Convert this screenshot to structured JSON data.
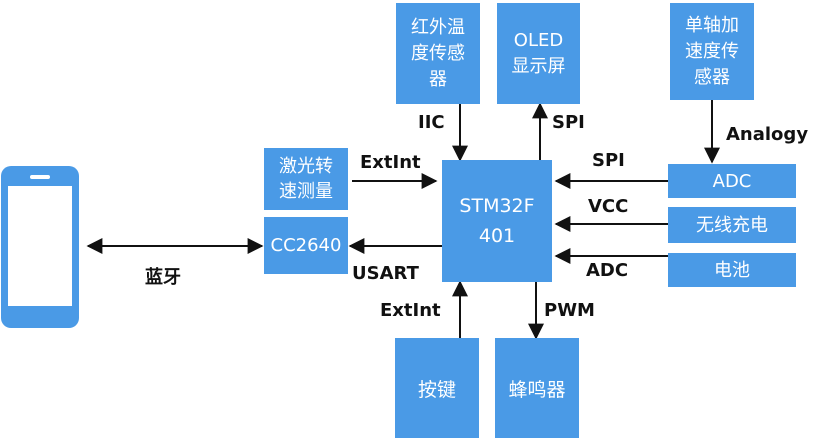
{
  "blocks": {
    "mcu": "STM32F\n401",
    "ir_sensor": "红外温\n度传感\n器",
    "oled": "OLED\n显示屏",
    "accel": "单轴加\n速度传\n感器",
    "adc": "ADC",
    "wireless_charge": "无线充电",
    "battery": "电池",
    "laser_speed": "激光转\n速测量",
    "ble": "CC2640",
    "key": "按键",
    "buzzer": "蜂鸣器"
  },
  "labels": {
    "iic": "IIC",
    "spi_oled": "SPI",
    "spi_adc": "SPI",
    "analogy": "Analogy",
    "vcc": "VCC",
    "adc_batt": "ADC",
    "extint_laser": "ExtInt",
    "usart": "USART",
    "bluetooth": "蓝牙",
    "extint_key": "ExtInt",
    "pwm": "PWM"
  },
  "colors": {
    "block": "#4a9ae6",
    "line": "#111111"
  }
}
